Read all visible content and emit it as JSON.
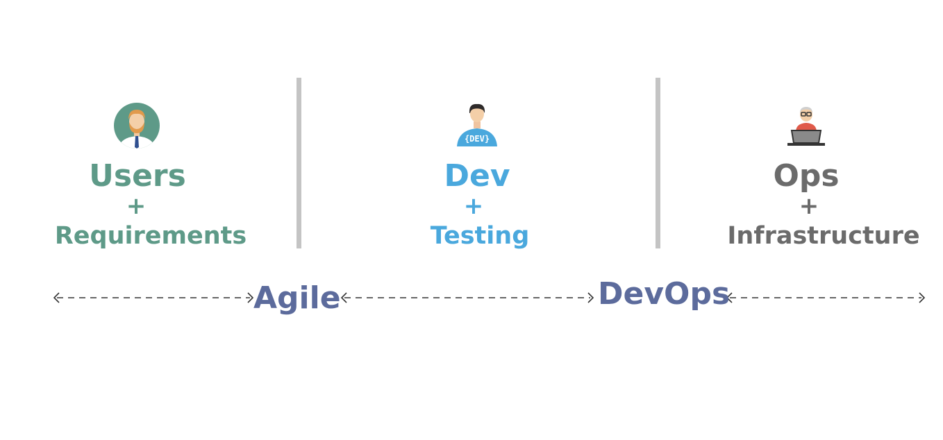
{
  "columns": [
    {
      "id": "users",
      "icon": "businessman-avatar-icon",
      "title": "Users",
      "plus": "+",
      "subtitle": "Requirements",
      "color": "#5e9a88"
    },
    {
      "id": "dev",
      "icon": "developer-avatar-icon",
      "title": "Dev",
      "plus": "+",
      "subtitle": "Testing",
      "color": "#4aa8dd"
    },
    {
      "id": "ops",
      "icon": "operator-laptop-icon",
      "title": "Ops",
      "plus": "+",
      "subtitle": "Infrastructure",
      "color": "#6b6b6b"
    }
  ],
  "spans": {
    "agile": "Agile",
    "devops": "DevOps",
    "label_color": "#5c6b9c"
  },
  "colors": {
    "divider": "#c4c4c4",
    "arrow": "#333333"
  }
}
